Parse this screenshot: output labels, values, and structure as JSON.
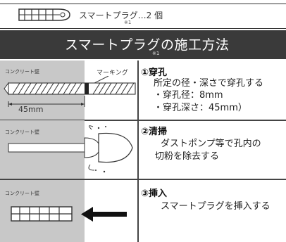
{
  "header": {
    "plug_label": "スマートプラグ",
    "plug_count": "…2 個",
    "note": "※1"
  },
  "title": {
    "text_a": "スマートプラグ",
    "text_b": "の施工方法",
    "note": "※1"
  },
  "steps": [
    {
      "wall_label": "コンクリート壁",
      "marking_label": "マーキング",
      "dimension_label": "45mm",
      "heading": "①穿孔",
      "lines": [
        "所定の径・深さで穿孔する",
        "・穿孔径：8mm",
        "・穿孔深さ：45mm）"
      ]
    },
    {
      "wall_label": "コンクリート壁",
      "heading": "②清掃",
      "lines": [
        "ダストポンプ等で孔内の",
        "切粉を除去する"
      ]
    },
    {
      "wall_label": "コンクリート壁",
      "heading": "③挿入",
      "lines": [
        "スマートプラグを挿入する"
      ]
    }
  ]
}
